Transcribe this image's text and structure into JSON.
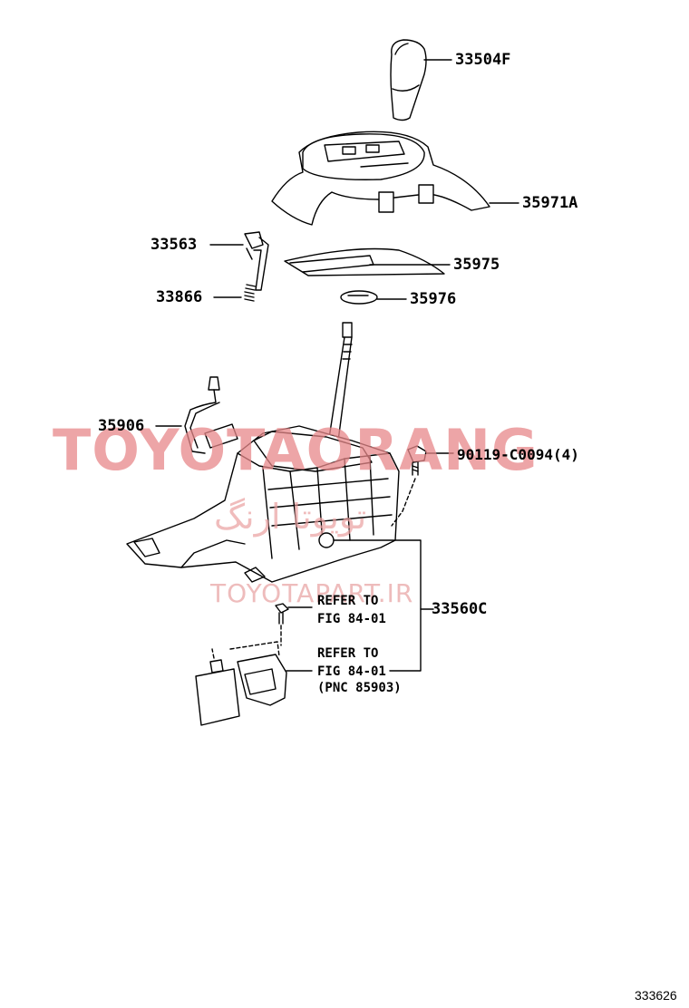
{
  "callouts": {
    "knob": "33504F",
    "housing": "35971A",
    "button": "33563",
    "spring": "33866",
    "plate": "35975",
    "indicator": "35976",
    "harness": "35906",
    "bolt": "90119-C0094(4)",
    "assembly": "33560C"
  },
  "references": {
    "ref1_line1": "REFER TO",
    "ref1_line2": "FIG 84-01",
    "ref2_line1": "REFER TO",
    "ref2_line2": "FIG 84-01",
    "ref2_line3": "(PNC 85903)"
  },
  "watermark": {
    "brand": "TOYOTAORANG",
    "persian": "تویوتا ارنگ",
    "url": "TOYOTAPART.IR",
    "color": "#e8888a"
  },
  "figure_id": "333626"
}
